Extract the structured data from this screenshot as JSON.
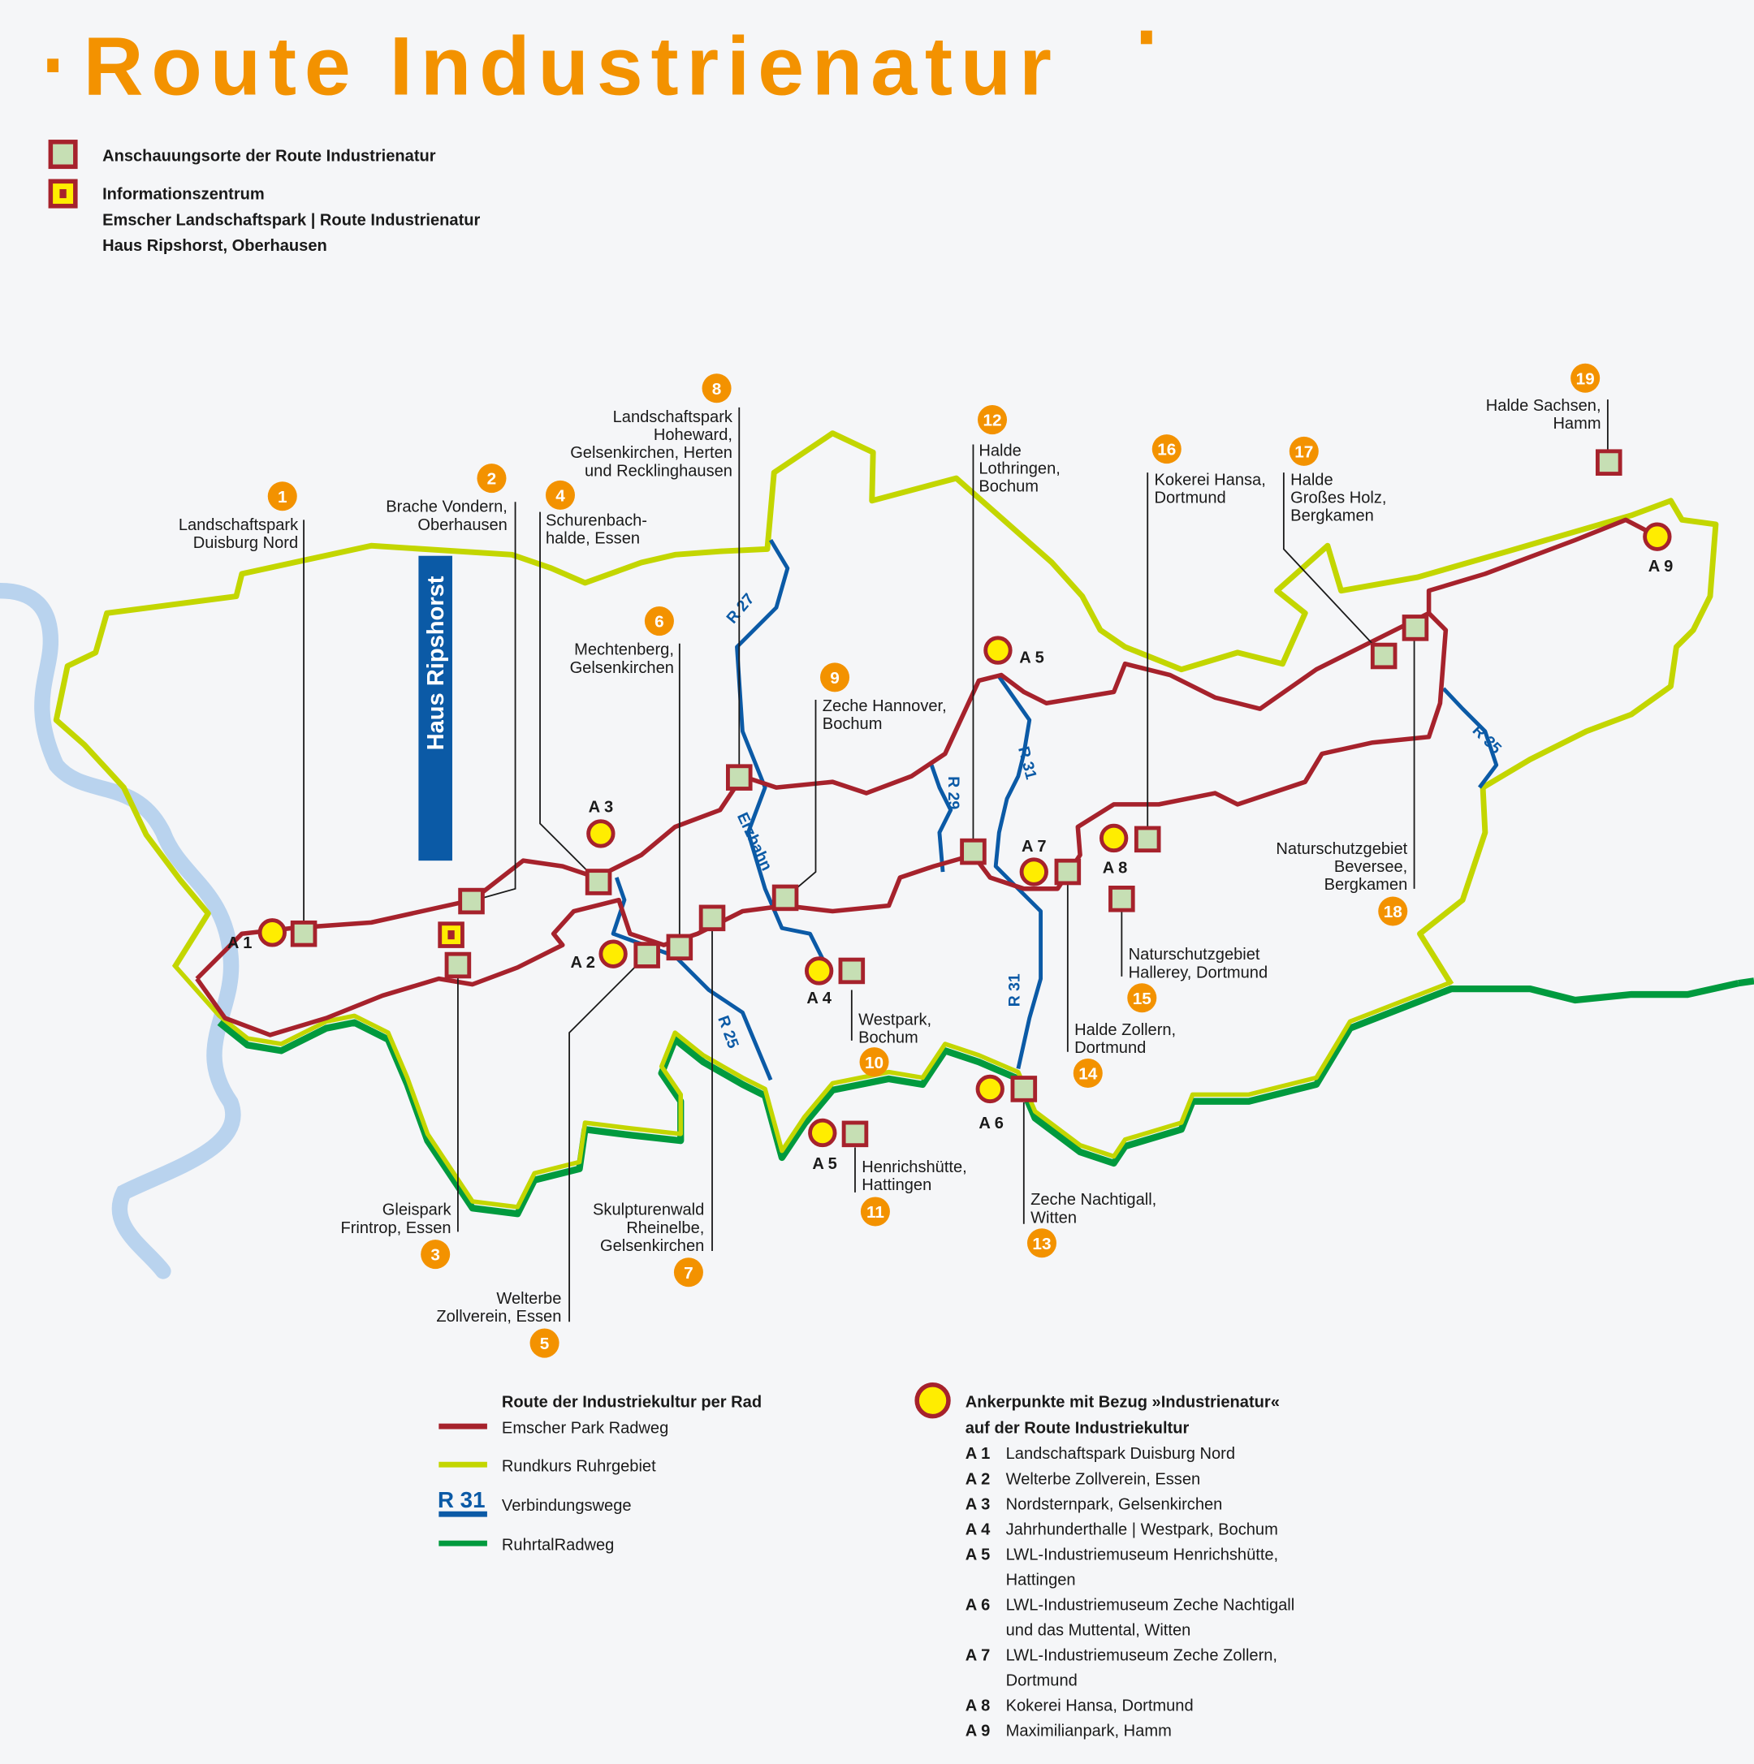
{
  "title": "Route Industrienatur",
  "legend_top": {
    "sites_label": "Anschauungsorte der Route Industrienatur",
    "info_lines": [
      "Informationszentrum",
      "Emscher Landschaftspark | Route Industrienatur",
      "Haus Ripshorst, Oberhausen"
    ]
  },
  "haus_ripshorst": "Haus Ripshorst",
  "sites": [
    {
      "num": "1",
      "lines": [
        "Landschaftspark",
        "Duisburg Nord"
      ]
    },
    {
      "num": "2",
      "lines": [
        "Brache Vondern,",
        "Oberhausen"
      ]
    },
    {
      "num": "3",
      "lines": [
        "Gleispark",
        "Frintrop, Essen"
      ]
    },
    {
      "num": "4",
      "lines": [
        "Schurenbach-",
        "halde, Essen"
      ]
    },
    {
      "num": "5",
      "lines": [
        "Welterbe",
        "Zollverein, Essen"
      ]
    },
    {
      "num": "6",
      "lines": [
        "Mechtenberg,",
        "Gelsenkirchen"
      ]
    },
    {
      "num": "7",
      "lines": [
        "Skulpturenwald",
        "Rheinelbe,",
        "Gelsenkirchen"
      ]
    },
    {
      "num": "8",
      "lines": [
        "Landschaftspark",
        "Hoheward,",
        "Gelsenkirchen, Herten",
        "und Recklinghausen"
      ]
    },
    {
      "num": "9",
      "lines": [
        "Zeche Hannover,",
        "Bochum"
      ]
    },
    {
      "num": "10",
      "lines": [
        "Westpark,",
        "Bochum"
      ]
    },
    {
      "num": "11",
      "lines": [
        "Henrichshütte,",
        "Hattingen"
      ]
    },
    {
      "num": "12",
      "lines": [
        "Halde",
        "Lothringen,",
        "Bochum"
      ]
    },
    {
      "num": "13",
      "lines": [
        "Zeche Nachtigall,",
        "Witten"
      ]
    },
    {
      "num": "14",
      "lines": [
        "Halde Zollern,",
        "Dortmund"
      ]
    },
    {
      "num": "15",
      "lines": [
        "Naturschutzgebiet",
        "Hallerey, Dortmund"
      ]
    },
    {
      "num": "16",
      "lines": [
        "Kokerei Hansa,",
        "Dortmund"
      ]
    },
    {
      "num": "17",
      "lines": [
        "Halde",
        "Großes Holz,",
        "Bergkamen"
      ]
    },
    {
      "num": "18",
      "lines": [
        "Naturschutzgebiet",
        "Beversee,",
        "Bergkamen"
      ]
    },
    {
      "num": "19",
      "lines": [
        "Halde Sachsen,",
        "Hamm"
      ]
    }
  ],
  "anchors": [
    "A 1",
    "A 2",
    "A 3",
    "A 4",
    "A 5",
    "A 5",
    "A 6",
    "A 7",
    "A 8",
    "A 9"
  ],
  "route_labels": [
    "R 27",
    "Erzbahn",
    "R 29",
    "R 31",
    "R 31",
    "R 25",
    "R 35"
  ],
  "legend_bottom": {
    "heading": "Route der Industriekultur per Rad",
    "routes": [
      {
        "label": "Emscher Park Radweg",
        "color": "#a6222c"
      },
      {
        "label": "Rundkurs Ruhrgebiet",
        "color": "#c3d600"
      },
      {
        "label": "Verbindungswege",
        "color": "#0b5aa6",
        "badge": "R 31"
      },
      {
        "label": "RuhrtalRadweg",
        "color": "#009a3e"
      }
    ],
    "anchor_heading": [
      "Ankerpunkte mit Bezug »Industrienatur«",
      "auf der Route Industriekultur"
    ],
    "anchor_list": [
      {
        "id": "A 1",
        "lines": [
          "Landschaftspark Duisburg Nord"
        ]
      },
      {
        "id": "A 2",
        "lines": [
          "Welterbe Zollverein, Essen"
        ]
      },
      {
        "id": "A 3",
        "lines": [
          "Nordsternpark, Gelsenkirchen"
        ]
      },
      {
        "id": "A 4",
        "lines": [
          "Jahrhunderthalle | Westpark, Bochum"
        ]
      },
      {
        "id": "A 5",
        "lines": [
          "LWL-Industriemuseum Henrichshütte,",
          "Hattingen"
        ]
      },
      {
        "id": "A 6",
        "lines": [
          "LWL-Industriemuseum Zeche Nachtigall",
          "und das Muttental, Witten"
        ]
      },
      {
        "id": "A 7",
        "lines": [
          "LWL-Industriemuseum Zeche Zollern,",
          "Dortmund"
        ]
      },
      {
        "id": "A 8",
        "lines": [
          "Kokerei Hansa, Dortmund"
        ]
      },
      {
        "id": "A 9",
        "lines": [
          "Maximilianpark, Hamm"
        ]
      }
    ]
  },
  "colors": {
    "orange": "#f39200",
    "red": "#a6222c",
    "lime": "#c3d600",
    "blue": "#0b5aa6",
    "green": "#009a3e",
    "river": "#b9d3ee",
    "site_fill": "#c6dfb4",
    "anchor_fill": "#ffed00"
  }
}
